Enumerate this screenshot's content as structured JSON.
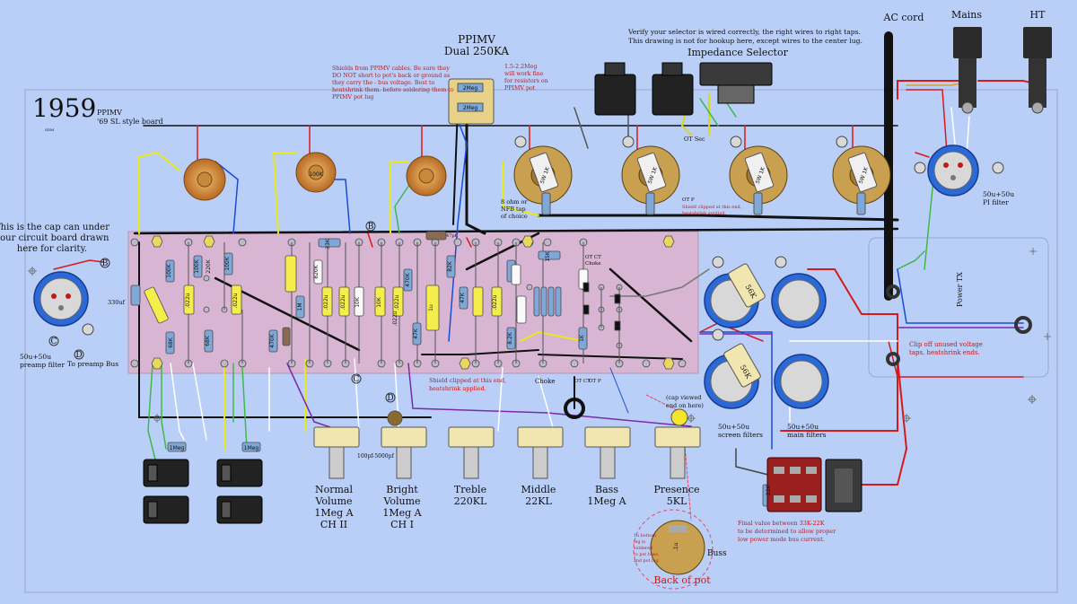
{
  "title": {
    "year": "1959",
    "line1": "PPIMV",
    "line2": "'69 SL style board",
    "initials": "SDM"
  },
  "ppimv": {
    "name": "PPIMV",
    "desc": "Dual 250KA",
    "pot_top": "2Meg",
    "pot_bottom": "2Meg"
  },
  "notes": {
    "shields": [
      "Shields from PPIMV cables. Be sure they",
      "DO NOT short to pot's back or ground as",
      "they carry the - bus voltage. Best to",
      "heatshrink them. before soldering them to",
      "PPIMV pot lug"
    ],
    "resistors": [
      "1.5-2.2Meg",
      "will work fine",
      "for resistors on",
      "PPIMV pot"
    ],
    "verify": [
      "Verify your selector is wired correctly, the right wires to right taps.",
      "This drawing is not for hookup here, except wires to the center lug."
    ],
    "cap_under": [
      "This is the cap can under",
      "your circuit board drawn",
      "here for clarity."
    ],
    "nfb": [
      "8 ohm or",
      "NFB tap",
      "of choice"
    ],
    "shield_clip_right": [
      "Shield clipped at this end,",
      "heatshrink applied."
    ],
    "shield_clip_mid": [
      "Shield clipped at this end,",
      "heatshrink applied."
    ],
    "clip_voltage": [
      "Clip off unused voltage",
      "taps, heatshrink ends."
    ],
    "final_value": [
      "Final value between 33K-22K",
      "to be determined to allow proper",
      "low power mode bus current."
    ],
    "cap_viewed": [
      "(cap viewed",
      "end on here)"
    ],
    "back_pot_note": [
      "1u bottom",
      "leg is",
      "soldered",
      "to pot buss,",
      "and pot lug"
    ]
  },
  "top_labels": {
    "impedance": "Impedance Selector",
    "ac_cord": "AC cord",
    "mains": "Mains",
    "ht": "HT"
  },
  "labels": {
    "ot_sec": "OT Sec",
    "ot_p": "OT P",
    "ot_ct": "OT CT",
    "ot_ct_choke": [
      "OT CT",
      "Choke"
    ],
    "choke": "Choke",
    "preamp_filter": [
      "50u+50u",
      "preamp filter"
    ],
    "to_preamp_bus": "To preamp Bus",
    "pi_filter": [
      "50u+50u",
      "PI filter"
    ],
    "screen_filters": [
      "50u+50u",
      "screen filters"
    ],
    "main_filters": [
      "50u+50u",
      "main filters"
    ],
    "buss": "Buss",
    "back_of_pot": "Back of pot",
    "power_tx": "Power TX",
    "cap_330": "330uf",
    "cap_47": "47pf",
    "cap_100": "100pf-5000pf",
    "cap_1u": ".1u",
    "r_22k": "22K",
    "r_56k": "56K"
  },
  "markers": {
    "B": "B",
    "C": "C",
    "D": "D"
  },
  "pots": [
    {
      "label": [
        "Normal",
        "Volume",
        "1Meg A",
        "CH II"
      ]
    },
    {
      "label": [
        "Bright",
        "Volume",
        "1Meg A",
        "CH I"
      ]
    },
    {
      "label": [
        "Treble",
        "220KL"
      ]
    },
    {
      "label": [
        "Middle",
        "22KL"
      ]
    },
    {
      "label": [
        "Bass",
        "1Meg A"
      ]
    },
    {
      "label": [
        "Presence",
        "5KL"
      ]
    }
  ],
  "jack_resistor": "1Meg",
  "power_sockets": [
    "5W 1K",
    "5W 1K",
    "5W 1K",
    "5W 1K"
  ],
  "preamp_sockets": [
    "",
    "100K",
    ""
  ],
  "board_parts": [
    "100K",
    "100K",
    ".022u",
    ".022u",
    "33K",
    "820K",
    ".022u",
    ".022u",
    "10K",
    "10K",
    ".022u",
    ".022u",
    "1u",
    "82K",
    "470K",
    "47K",
    "15K",
    "8.2K",
    "1K",
    "100K",
    "220K",
    "68K",
    "68K",
    "470K",
    "1M",
    "47K",
    ".022u"
  ]
}
